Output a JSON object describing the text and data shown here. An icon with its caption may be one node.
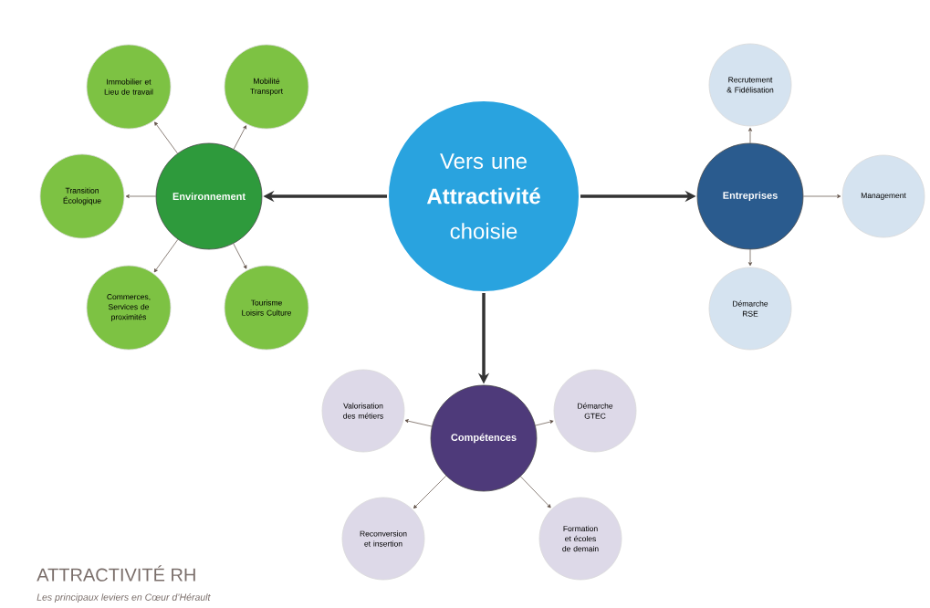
{
  "diagram": {
    "title": "ATTRACTIVITÉ RH",
    "caption": "Les principaux leviers en Cœur d’Hérault",
    "nodes": [
      {
        "text": [
          "Vers une **Attractivité** choisie"
        ]
      },
      {
        "text": [
          "Environnement"
        ]
      },
      {
        "text": [
          "Immobilier et Lieu de travail"
        ]
      },
      {
        "text": [
          "Mobilité Transport"
        ]
      },
      {
        "text": [
          "Transition Écologique"
        ]
      },
      {
        "text": [
          "Commerces, Services de proximités"
        ]
      },
      {
        "text": [
          "Tourisme Loisirs Culture"
        ]
      },
      {
        "text": [
          "Entreprises"
        ]
      },
      {
        "text": [
          "Recrutement & Fidélisation"
        ]
      },
      {
        "text": [
          "Management"
        ]
      },
      {
        "text": [
          "Démarche RSE"
        ]
      },
      {
        "text": [
          "Compétences"
        ]
      },
      {
        "text": [
          "Valorisation des métiers"
        ]
      },
      {
        "text": [
          "Démarche GTEC"
        ]
      },
      {
        "text": [
          "Reconversion et insertion"
        ]
      },
      {
        "text": [
          "Formation et écoles de demain"
        ]
      }
    ],
    "edges": [
      {
        "from": 0,
        "to": 1,
        "arrow": "to",
        "style": "thick"
      },
      {
        "from": 0,
        "to": 7,
        "arrow": "to",
        "style": "thick"
      },
      {
        "from": 0,
        "to": 11,
        "arrow": "to",
        "style": "thick"
      },
      {
        "from": 1,
        "to": 2,
        "arrow": "to"
      },
      {
        "from": 1,
        "to": 3,
        "arrow": "to"
      },
      {
        "from": 1,
        "to": 4,
        "arrow": "to"
      },
      {
        "from": 1,
        "to": 5,
        "arrow": "to"
      },
      {
        "from": 1,
        "to": 6,
        "arrow": "to"
      },
      {
        "from": 7,
        "to": 8,
        "arrow": "to"
      },
      {
        "from": 7,
        "to": 9,
        "arrow": "to"
      },
      {
        "from": 7,
        "to": 10,
        "arrow": "to"
      },
      {
        "from": 11,
        "to": 12,
        "arrow": "to"
      },
      {
        "from": 11,
        "to": 13,
        "arrow": "to"
      },
      {
        "from": 11,
        "to": 14,
        "arrow": "to"
      },
      {
        "from": 11,
        "to": 15,
        "arrow": "to"
      }
    ]
  }
}
